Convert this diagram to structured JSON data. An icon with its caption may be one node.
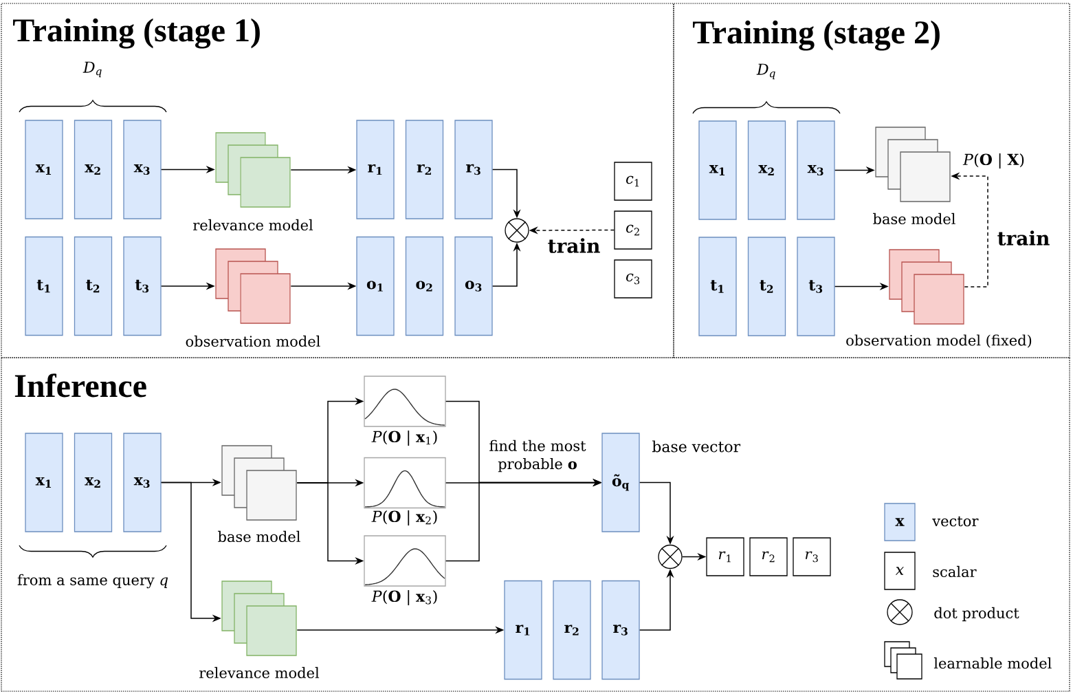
{
  "diagram": {
    "nodes": [
      {
        "text": [
          "Training (stage 1)"
        ]
      },
      {
        "text": [
          "x$_{1}$"
        ],
        "in": 0
      },
      {
        "text": [
          "x$_{2}$"
        ],
        "in": 0
      },
      {
        "text": [
          "x$_{3}$"
        ],
        "in": 0
      },
      {
        "text": [
          "relevance model"
        ],
        "in": 0
      },
      {
        "text": [
          "r$_{1}$"
        ],
        "in": 0
      },
      {
        "text": [
          "r$_{2}$"
        ],
        "in": 0
      },
      {
        "text": [
          "r$_{3}$"
        ],
        "in": 0
      },
      {
        "text": [
          "*c*$_{1}$"
        ],
        "in": 0
      },
      {
        "text": [],
        "shape": "circle",
        "in": 0
      },
      {
        "text": [
          "*c*$_{2}$"
        ],
        "in": 0
      },
      {
        "text": [
          "*c*$_{3}$"
        ],
        "in": 0
      },
      {
        "text": [
          "t$_{1}$"
        ],
        "in": 0
      },
      {
        "text": [
          "t$_{2}$"
        ],
        "in": 0
      },
      {
        "text": [
          "t$_{3}$"
        ],
        "in": 0
      },
      {
        "text": [
          "observation model"
        ],
        "in": 0
      },
      {
        "text": [
          "o$_{1}$"
        ],
        "in": 0
      },
      {
        "text": [
          "o$_{2}$"
        ],
        "in": 0
      },
      {
        "text": [
          "o$_{3}$"
        ],
        "in": 0
      },
      {
        "text": [
          "Training (stage 2)"
        ]
      },
      {
        "text": [
          "x$_{1}$"
        ],
        "in": 19
      },
      {
        "text": [
          "x$_{2}$"
        ],
        "in": 19
      },
      {
        "text": [
          "x$_{3}$"
        ],
        "in": 19
      },
      {
        "text": [
          "base model"
        ],
        "beside": [
          "*P*(**O** | **X**)"
        ],
        "in": 19
      },
      {
        "text": [
          "t$_{1}$"
        ],
        "in": 19
      },
      {
        "text": [
          "t$_{2}$"
        ],
        "in": 19
      },
      {
        "text": [
          "t$_{3}$"
        ],
        "in": 19
      },
      {
        "text": [
          "observation model (fixed)"
        ],
        "in": 19
      },
      {
        "text": [
          "Inference"
        ]
      },
      {
        "text": [
          "x$_{1}$"
        ],
        "in": 28
      },
      {
        "text": [
          "x$_{2}$"
        ],
        "in": 28
      },
      {
        "text": [
          "x$_{3}$"
        ],
        "in": 28
      },
      {
        "text": [
          "base model"
        ],
        "in": 28
      },
      {
        "text": [
          "*P*(**O** | **x**$_{1}$)"
        ],
        "in": 28
      },
      {
        "text": [
          "*P*(**O** | **x**$_{2}$)"
        ],
        "in": 28
      },
      {
        "text": [
          "*P*(**O** | **x**$_{3}$)"
        ],
        "in": 28
      },
      {
        "text": [
          "õ$_{q}$"
        ],
        "beside": [
          "base vector"
        ],
        "in": 28
      },
      {
        "text": [],
        "shape": "circle",
        "in": 28
      },
      {
        "text": [
          "*r*$_{1}$"
        ],
        "in": 28
      },
      {
        "text": [
          "*r*$_{2}$"
        ],
        "in": 28
      },
      {
        "text": [
          "*r*$_{3}$"
        ],
        "in": 28
      },
      {
        "text": [
          "relevance model"
        ],
        "in": 28
      },
      {
        "text": [
          "r$_{1}$"
        ],
        "in": 28
      },
      {
        "text": [
          "r$_{2}$"
        ],
        "in": 28
      },
      {
        "text": [
          "r$_{3}$"
        ],
        "in": 28
      }
    ],
    "edges": [
      {
        "from": 3,
        "to": 4,
        "arrow": "to"
      },
      {
        "from": 4,
        "to": 5,
        "arrow": "to"
      },
      {
        "from": 14,
        "to": 15,
        "arrow": "to"
      },
      {
        "from": 15,
        "to": 16,
        "arrow": "to"
      },
      {
        "from": 7,
        "to": 9,
        "arrow": "to"
      },
      {
        "from": 18,
        "to": 9,
        "arrow": "to"
      },
      {
        "from": 10,
        "to": 9,
        "arrow": "to",
        "style": "dashed",
        "label": "train"
      },
      {
        "from": 22,
        "to": 23,
        "arrow": "to"
      },
      {
        "from": 26,
        "to": 27,
        "arrow": "to"
      },
      {
        "from": 27,
        "to": 23,
        "arrow": "to",
        "style": "dashed",
        "label": "train"
      },
      {
        "from": 31,
        "to": 32,
        "arrow": "to"
      },
      {
        "from": 31,
        "to": 41,
        "arrow": "to"
      },
      {
        "from": 32,
        "to": 33,
        "arrow": "to"
      },
      {
        "from": 32,
        "to": 34,
        "arrow": "to"
      },
      {
        "from": 32,
        "to": 35,
        "arrow": "to"
      },
      {
        "from": 33,
        "to": 36,
        "arrow": "to"
      },
      {
        "from": 34,
        "to": 36,
        "arrow": "to",
        "label": "find the most probable **o**"
      },
      {
        "from": 35,
        "to": 36,
        "arrow": "to"
      },
      {
        "from": 36,
        "to": 37,
        "arrow": "to"
      },
      {
        "from": 44,
        "to": 37,
        "arrow": "to"
      },
      {
        "from": 37,
        "to": 38,
        "arrow": "to"
      },
      {
        "from": 41,
        "to": 42,
        "arrow": "to"
      }
    ],
    "labels": [
      "D$_{q}$",
      "D$_{q}$",
      "from a same query *q*",
      "x",
      "x"
    ],
    "legend": [
      {
        "text": "vector"
      },
      {
        "text": "scalar"
      },
      {
        "text": "dot product"
      },
      {
        "text": "learnable model"
      }
    ]
  }
}
